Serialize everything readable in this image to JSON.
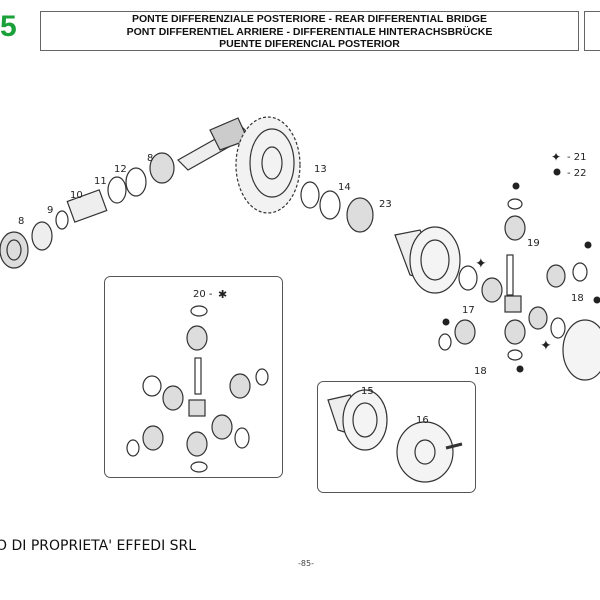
{
  "section_number": "5",
  "header": {
    "line1": "PONTE DIFFERENZIALE POSTERIORE - REAR DIFFERENTIAL BRIDGE",
    "line2": "PONT DIFFERENTIEL ARRIERE - DIFFERENTIALE HINTERACHSBRÜCKE",
    "line3": "PUENTE DIFERENCIAL POSTERIOR"
  },
  "legend": {
    "star": "- 21",
    "dot": "- 22"
  },
  "callouts": [
    "8",
    "9",
    "10",
    "11",
    "12",
    "8",
    "13",
    "14",
    "23",
    "19",
    "18",
    "17",
    "18",
    "20 -",
    "15",
    "16"
  ],
  "footer": {
    "ownership": "O DI PROPRIETA' EFFEDI SRL",
    "page": "-85-"
  },
  "colors": {
    "accent": "#1aa13a"
  }
}
